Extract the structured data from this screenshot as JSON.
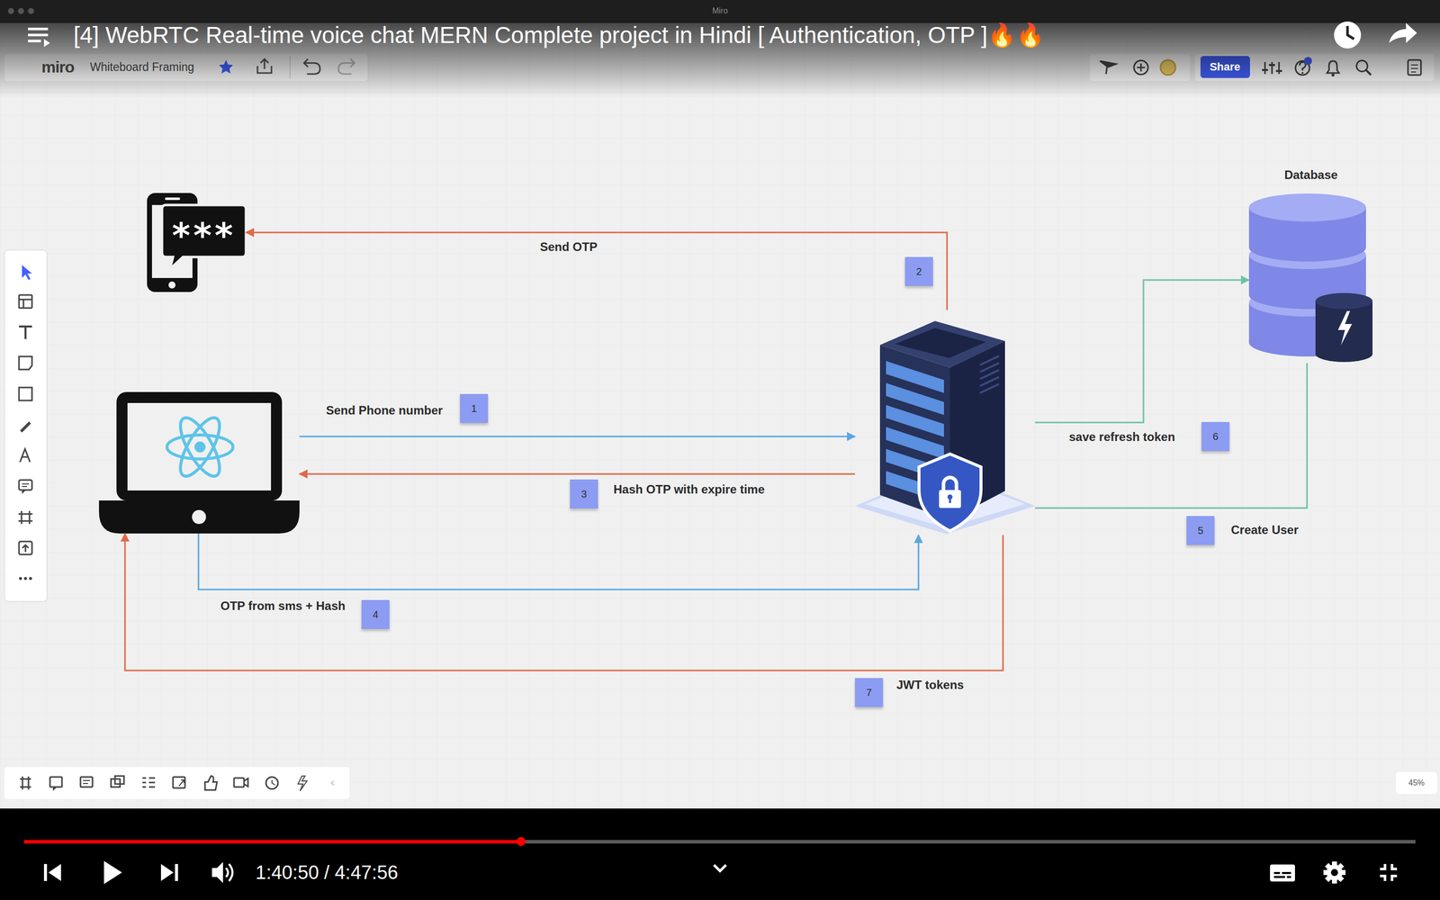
{
  "diagram": {
    "title": "[4] WebRTC Real-time voice chat MERN Complete project in Hindi [ Authentication, OTP ]🔥🔥",
    "nodes": [
      {
        "text": [
          "***"
        ]
      },
      {
        "text": [
          "Database"
        ]
      },
      {
        "text": []
      },
      {
        "text": []
      }
    ],
    "edges": [
      {
        "from": 2,
        "to": 3,
        "arrow": "to",
        "label": "Send Phone number"
      },
      {
        "from": 3,
        "to": 0,
        "arrow": "to",
        "label": "Send OTP"
      },
      {
        "from": 3,
        "to": 2,
        "arrow": "to",
        "label": "Hash OTP with expire time"
      },
      {
        "from": 2,
        "to": 3,
        "arrow": "to",
        "label": "OTP from sms + Hash"
      },
      {
        "from": 3,
        "to": 1,
        "arrow": "none",
        "label": "Create User"
      },
      {
        "from": 3,
        "to": 1,
        "arrow": "to",
        "label": "save refresh token"
      },
      {
        "from": 3,
        "to": 2,
        "arrow": "to",
        "label": "JWT tokens"
      }
    ],
    "labels": [
      "Miro",
      "miro",
      "Whiteboard Framing",
      "Share",
      "2",
      "1",
      "3",
      "6",
      "5",
      "4",
      "7",
      "45%",
      "1:40:50 / 4:47:56"
    ]
  }
}
